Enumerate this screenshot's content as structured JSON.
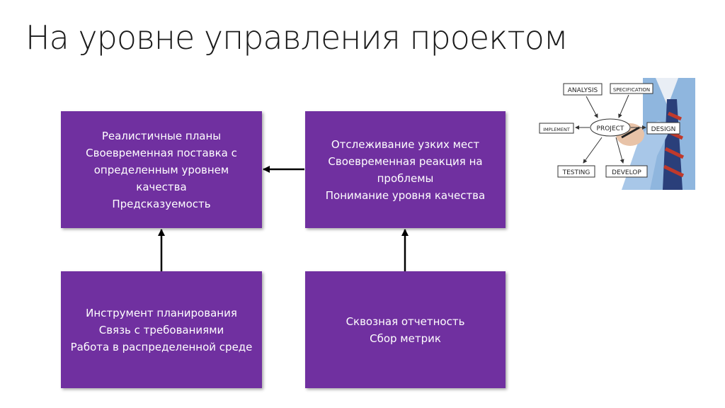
{
  "slide": {
    "title": "На уровне управления проектом"
  },
  "boxes": {
    "top_left": [
      "Реалистичные планы",
      "Своевременная поставка с",
      "определенным уровнем",
      "качества",
      "Предсказуемость"
    ],
    "top_right": [
      "Отслеживание узких мест",
      "Своевременная реакция на",
      "проблемы",
      "Понимание уровня качества"
    ],
    "bottom_left": [
      "Инструмент планирования",
      "Связь с требованиями",
      "Работа в распределенной среде"
    ],
    "bottom_right": [
      "Сквозная отчетность",
      "Сбор метрик"
    ]
  },
  "illustration": {
    "labels": [
      "ANALYSIS",
      "SPECIFICATION",
      "IMPLEMENT",
      "PROJECT",
      "DESIGN",
      "TESTING",
      "DEVELOP"
    ]
  },
  "colors": {
    "box": "#7030a0",
    "text": "#ffffff",
    "arrow": "#000000"
  }
}
